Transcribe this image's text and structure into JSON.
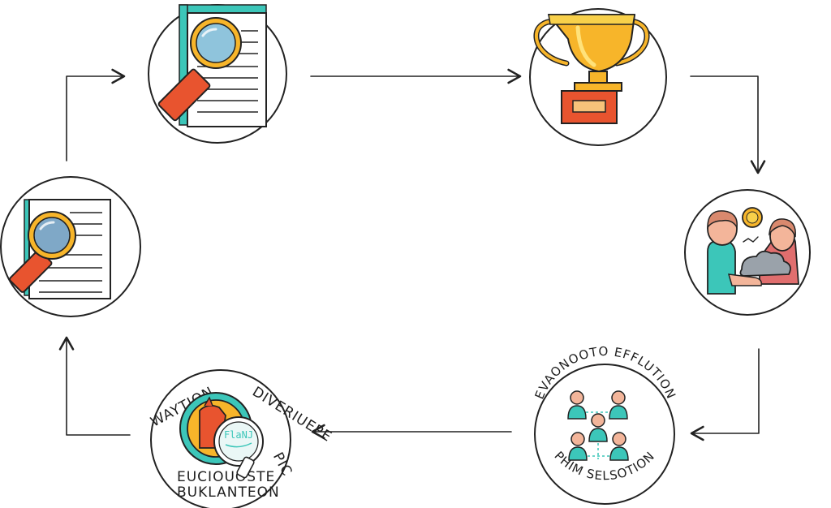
{
  "colors": {
    "line": "#222222",
    "teal": "#3cc6b9",
    "orange_red": "#e8542f",
    "gold": "#f7b52a",
    "lens": "#8fc4dc",
    "skin": "#f3b59a",
    "cloud": "#9aa2aa",
    "paper": "#ffffff"
  },
  "nodes": {
    "evaluation_badge": {
      "top_left": "WAYTION",
      "top_right": "DIVERIUEPE",
      "right": "PIC",
      "bottom_1": "EUCIOUOSTE",
      "bottom_2": "BUKLANTEON",
      "lens_note": "FlaNJ"
    },
    "selection_badge": {
      "top": "EVAONOOTO EFFLUTION",
      "bottom": "PHIM SELSOTION"
    }
  },
  "icons": {
    "top_left": "document-magnifier-icon",
    "top_right": "trophy-icon",
    "right": "people-sharing-icon",
    "bottom_right": "team-selection-icon",
    "bottom_left": "evaluation-badge-icon",
    "left": "document-magnifier-icon"
  }
}
